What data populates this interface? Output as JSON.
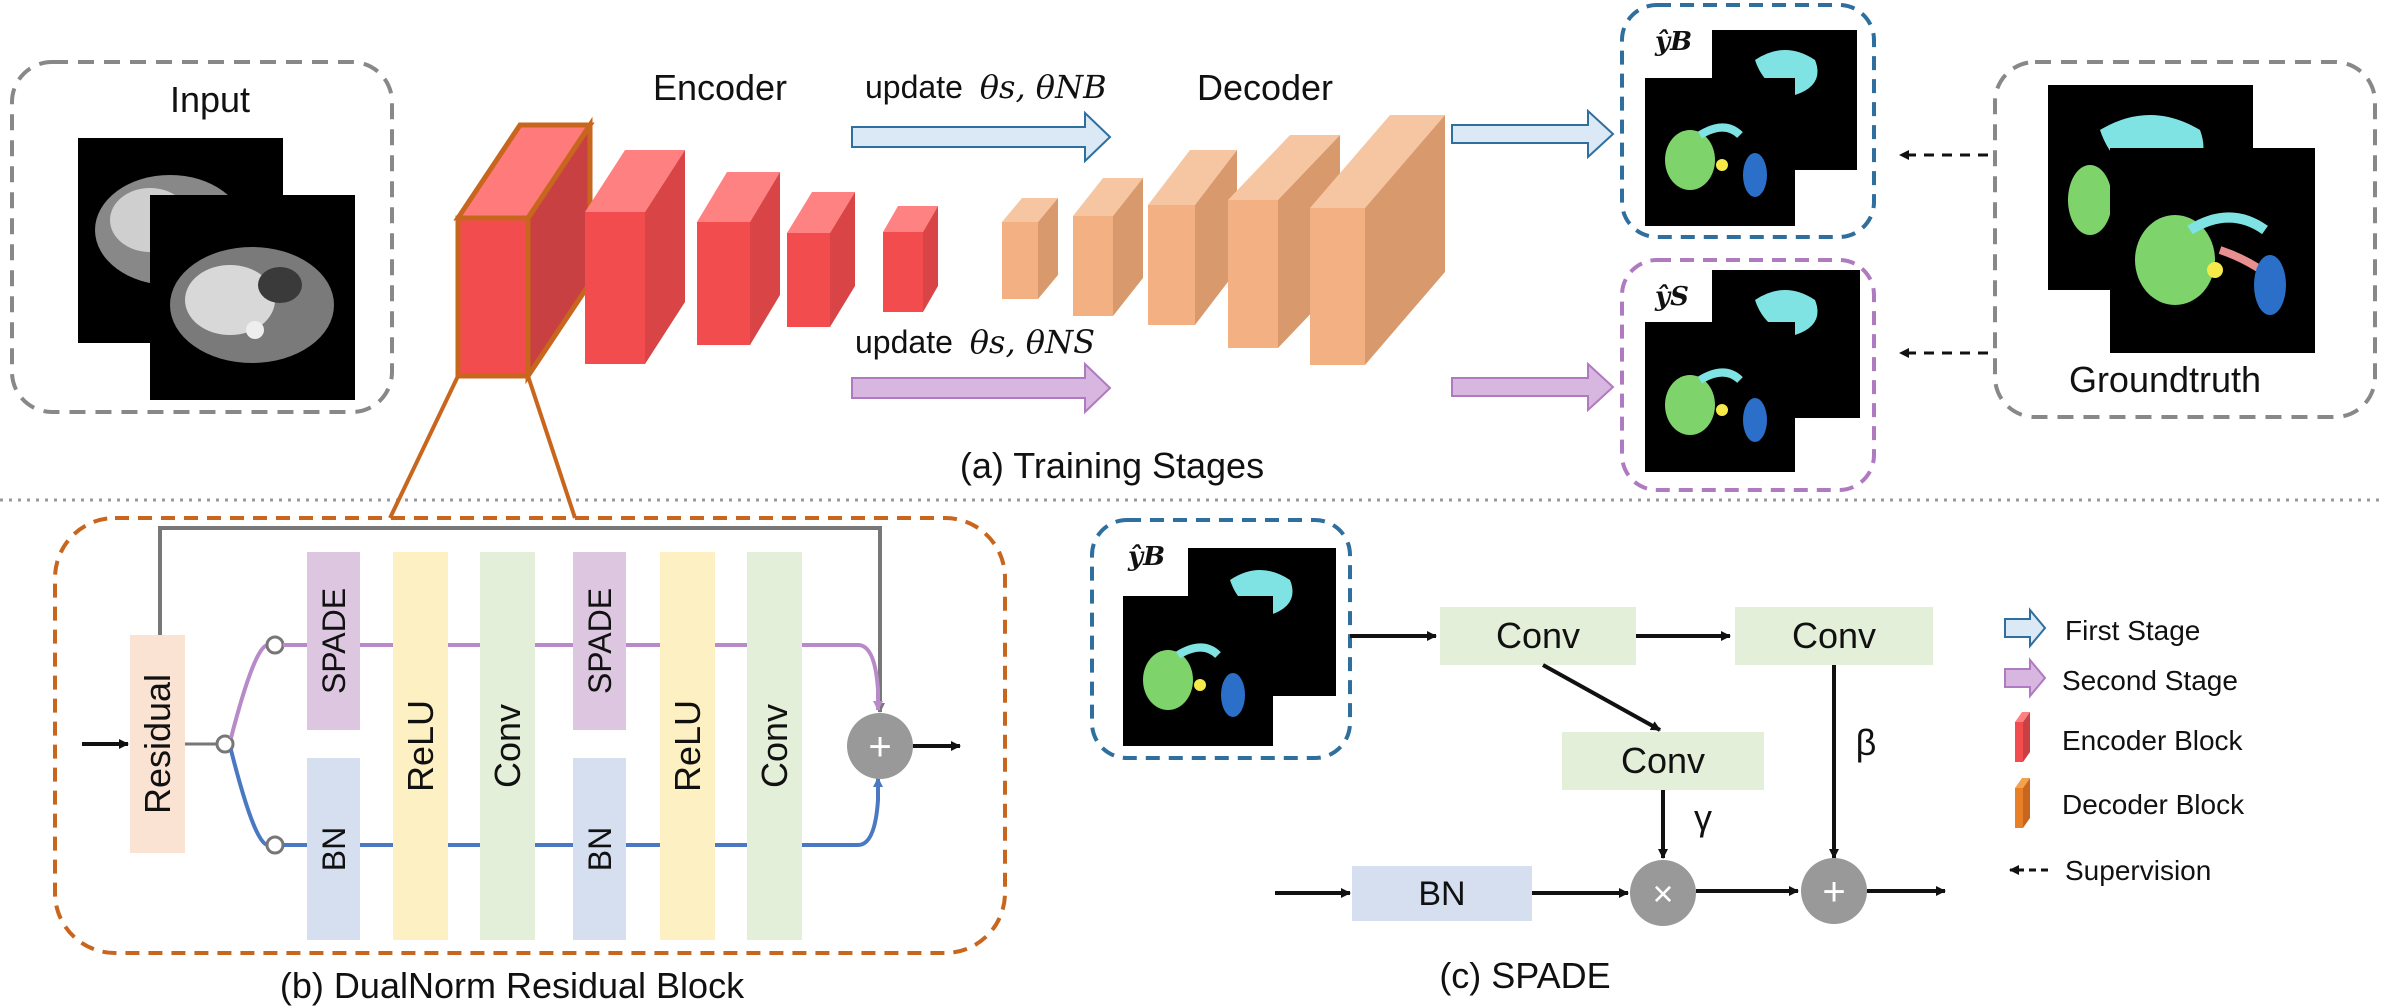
{
  "training": {
    "input_label": "Input",
    "encoder_label": "Encoder",
    "decoder_label": "Decoder",
    "update_b_prefix": "update",
    "update_b_math": "θs, θNB",
    "update_s_prefix": "update",
    "update_s_math": "θs, θNS",
    "pred_b_label": "ŷB",
    "pred_s_label": "ŷS",
    "groundtruth_label": "Groundtruth",
    "caption": "(a) Training Stages"
  },
  "dualnorm": {
    "residual_label": "Residual",
    "spade1_label": "SPADE",
    "relu1_label": "ReLU",
    "conv1_label": "Conv",
    "spade2_label": "SPADE",
    "relu2_label": "ReLU",
    "conv2_label": "Conv",
    "bn1_label": "BN",
    "bn2_label": "BN",
    "plus_symbol": "+",
    "caption": "(b) DualNorm Residual Block"
  },
  "spade": {
    "pred_label": "ŷB",
    "conv_a_label": "Conv",
    "conv_b_label": "Conv",
    "conv_c_label": "Conv",
    "gamma_label": "γ",
    "beta_label": "β",
    "bn_label": "BN",
    "times_symbol": "×",
    "plus_symbol": "+",
    "caption": "(c) SPADE"
  },
  "legend": {
    "items": [
      {
        "label": "First Stage",
        "icon": "light-blue-arrow"
      },
      {
        "label": "Second Stage",
        "icon": "light-purple-arrow"
      },
      {
        "label": "Encoder Block",
        "icon": "red-block"
      },
      {
        "label": "Decoder Block",
        "icon": "orange-block"
      },
      {
        "label": "Supervision",
        "icon": "dashed-arrow"
      }
    ]
  },
  "colors": {
    "encoder": "#f24c4f",
    "decoder": "#f2b083",
    "first_stage": "#dbe8f6",
    "second_stage": "#d7b6e0",
    "blue_dash": "#2e6f9e",
    "purple_dash": "#b07ac0",
    "orange_dash": "#c9661e",
    "gray_dash": "#888888",
    "spade_box": "#dcc6e0",
    "relu_box": "#fdf0c2",
    "conv_box": "#e3efd9",
    "bn_box": "#d6dff0",
    "residual_box": "#fbe3d4",
    "purple_line": "#b98ac9",
    "blue_line": "#4a78c2"
  }
}
